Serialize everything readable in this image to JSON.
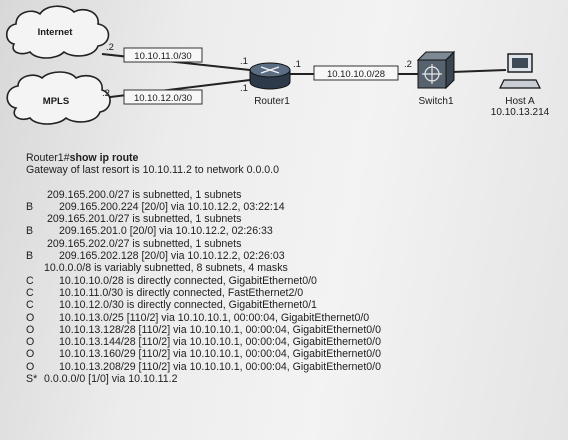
{
  "topology": {
    "clouds": {
      "internet": "Internet",
      "mpls": "MPLS"
    },
    "subnets": {
      "internet_link": "10.10.11.0/30",
      "mpls_link": "10.10.12.0/30",
      "lan": "10.10.10.0/28"
    },
    "ports": {
      "internet_side": ".2",
      "mpls_side": ".2",
      "router_internet": ".1",
      "router_mpls": ".1",
      "router_lan": ".1",
      "lan_far": ".2"
    },
    "devices": {
      "router": "Router1",
      "switch": "Switch1",
      "host": "Host A",
      "host_ip": "10.10.13.214"
    }
  },
  "terminal": {
    "prompt": "Router1#",
    "command": "show ip route",
    "gateway_line": "Gateway of last resort is 10.10.11.2 to network 0.0.0.0",
    "routes": [
      {
        "code": "",
        "indent": 1,
        "text": "209.165.200.0/27 is subnetted, 1 subnets"
      },
      {
        "code": "B",
        "indent": 2,
        "text": "209.165.200.224 [20/0] via 10.10.12.2, 03:22:14"
      },
      {
        "code": "",
        "indent": 1,
        "text": "209.165.201.0/27 is subnetted, 1 subnets"
      },
      {
        "code": "B",
        "indent": 2,
        "text": "209.165.201.0 [20/0] via 10.10.12.2, 02:26:33"
      },
      {
        "code": "",
        "indent": 1,
        "text": "209.165.202.0/27 is subnetted, 1 subnets"
      },
      {
        "code": "B",
        "indent": 2,
        "text": "209.165.202.128 [20/0] via 10.10.12.2, 02:26:03"
      },
      {
        "code": "",
        "indent": 0,
        "text": "10.0.0.0/8 is variably subnetted, 8 subnets, 4 masks"
      },
      {
        "code": "C",
        "indent": 2,
        "text": "10.10.10.0/28 is directly connected, GigabitEthernet0/0"
      },
      {
        "code": "C",
        "indent": 2,
        "text": "10.10.11.0/30 is directly connected, FastEthernet2/0"
      },
      {
        "code": "C",
        "indent": 2,
        "text": "10.10.12.0/30 is directly connected, GigabitEthernet0/1"
      },
      {
        "code": "O",
        "indent": 2,
        "text": "10.10.13.0/25 [110/2] via 10.10.10.1, 00:00:04, GigabitEthernet0/0"
      },
      {
        "code": "O",
        "indent": 2,
        "text": "10.10.13.128/28 [110/2] via 10.10.10.1, 00:00:04, GigabitEthernet0/0"
      },
      {
        "code": "O",
        "indent": 2,
        "text": "10.10.13.144/28 [110/2] via 10.10.10.1, 00:00:04, GigabitEthernet0/0"
      },
      {
        "code": "O",
        "indent": 2,
        "text": "10.10.13.160/29 [110/2] via 10.10.10.1, 00:00:04, GigabitEthernet0/0"
      },
      {
        "code": "O",
        "indent": 2,
        "text": "10.10.13.208/29 [110/2] via 10.10.10.1, 00:00:04, GigabitEthernet0/0"
      },
      {
        "code": "S*",
        "indent": 0,
        "text": "0.0.0.0/0 [1/0] via 10.10.11.2"
      }
    ]
  }
}
